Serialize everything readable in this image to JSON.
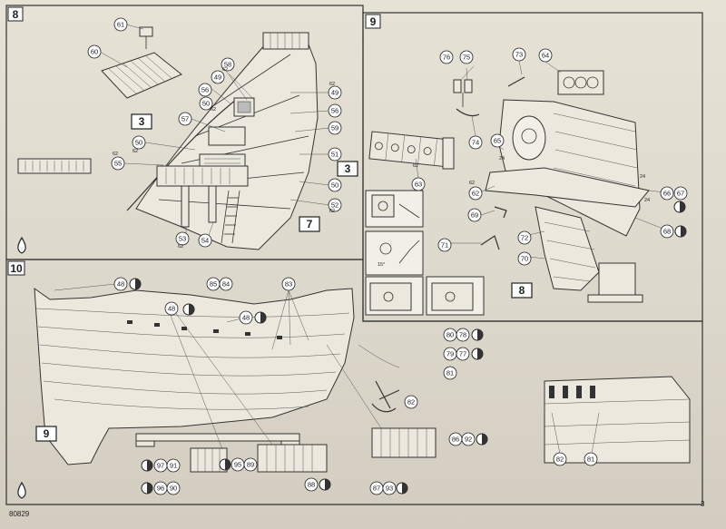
{
  "panel_labels": {
    "p8": "8",
    "p9": "9",
    "p10": "10"
  },
  "callouts_p8": [
    "61",
    "60",
    "49",
    "58",
    "56",
    "50",
    "57",
    "50",
    "55",
    "53",
    "54",
    "49",
    "56",
    "59",
    "51",
    "50",
    "52"
  ],
  "small_labels_p8": [
    "62",
    "62",
    "62",
    "62",
    "62",
    "62",
    "62"
  ],
  "ref_boxes_p8": [
    "3",
    "3",
    "7"
  ],
  "callouts_p9": [
    "76",
    "75",
    "73",
    "64",
    "74",
    "63",
    "65",
    "62",
    "69",
    "72",
    "71",
    "70",
    "66",
    "67",
    "68"
  ],
  "small_labels_p9": [
    "62",
    "62",
    "24",
    "24",
    "24"
  ],
  "rotation_label": "15°",
  "ref_box_p9": "8",
  "callouts_p10": [
    "48",
    "85",
    "84",
    "83",
    "48",
    "48",
    "80",
    "78",
    "79",
    "77",
    "81",
    "82",
    "86",
    "92",
    "97",
    "91",
    "95",
    "89",
    "88",
    "96",
    "90",
    "87",
    "93"
  ],
  "detail_callouts": [
    "82",
    "81"
  ],
  "ref_box_p10": "9",
  "footer": {
    "code": "80829",
    "page": "3"
  }
}
